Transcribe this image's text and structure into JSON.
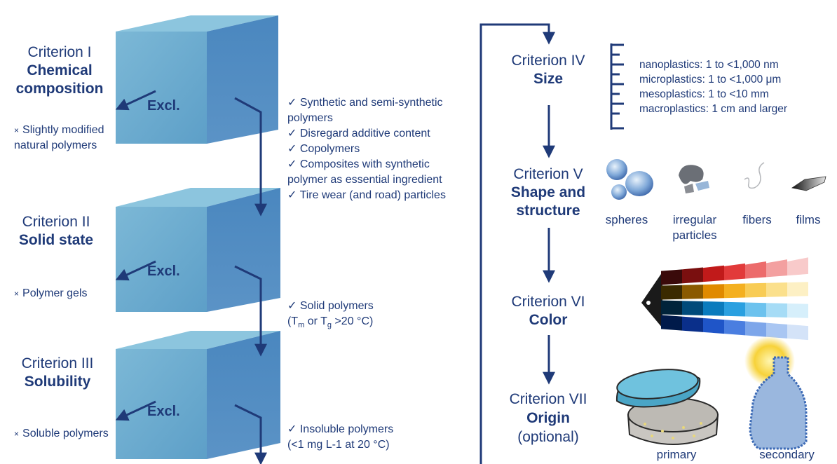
{
  "left_criteria": [
    {
      "title": "Criterion I",
      "subtitle_line1": "Chemical",
      "subtitle_line2": "composition",
      "excl": "Excl.",
      "excluded": "Slightly modified natural polymers",
      "included": [
        "Synthetic and semi-synthetic polymers",
        "Disregard additive content",
        "Copolymers",
        "Composites with synthetic polymer as essential ingredient",
        "Tire wear (and road) particles"
      ]
    },
    {
      "title": "Criterion II",
      "subtitle": "Solid state",
      "excl": "Excl.",
      "excluded": "Polymer gels",
      "included": [
        "Solid polymers",
        "(T",
        "m",
        " or T",
        "g",
        " >20 °C)"
      ]
    },
    {
      "title": "Criterion III",
      "subtitle": "Solubility",
      "excl": "Excl.",
      "excluded": "Soluble polymers",
      "included": [
        "Insoluble polymers",
        "(<1 mg L-1 at 20 °C)"
      ]
    }
  ],
  "excluded_lines": [
    "Slightly modified",
    "natural polymers"
  ],
  "included_lines_I": [
    "Synthetic and semi-synthetic",
    "polymers",
    "Disregard additive content",
    "Copolymers",
    "Composites with synthetic",
    "polymer as essential ingredient",
    "Tire wear (and road) particles"
  ],
  "right_criteria": [
    {
      "title": "Criterion IV",
      "subtitle": "Size"
    },
    {
      "title": "Criterion V",
      "subtitle_line1": "Shape and",
      "subtitle_line2": "structure"
    },
    {
      "title": "Criterion VI",
      "subtitle": "Color"
    },
    {
      "title": "Criterion VII",
      "subtitle": "Origin",
      "note": "(optional)"
    }
  ],
  "size_classes": [
    "nanoplastics: 1 to <1,000 nm",
    "microplastics: 1 to <1,000 μm",
    "mesoplastics: 1 to <10 mm",
    "macroplastics: 1 cm and larger"
  ],
  "shapes": {
    "spheres": "spheres",
    "irregular_line1": "irregular",
    "irregular_line2": "particles",
    "fibers": "fibers",
    "films": "films"
  },
  "origin": {
    "primary": "primary",
    "secondary": "secondary"
  },
  "symbols": {
    "check": "✓",
    "cross": "×"
  },
  "colors": {
    "text": "#1f3a78",
    "cube_front": "#6aa8cc",
    "cube_top": "#8cc3dc",
    "cube_side": "#4a8cc0",
    "arrow": "#1f3a78"
  }
}
